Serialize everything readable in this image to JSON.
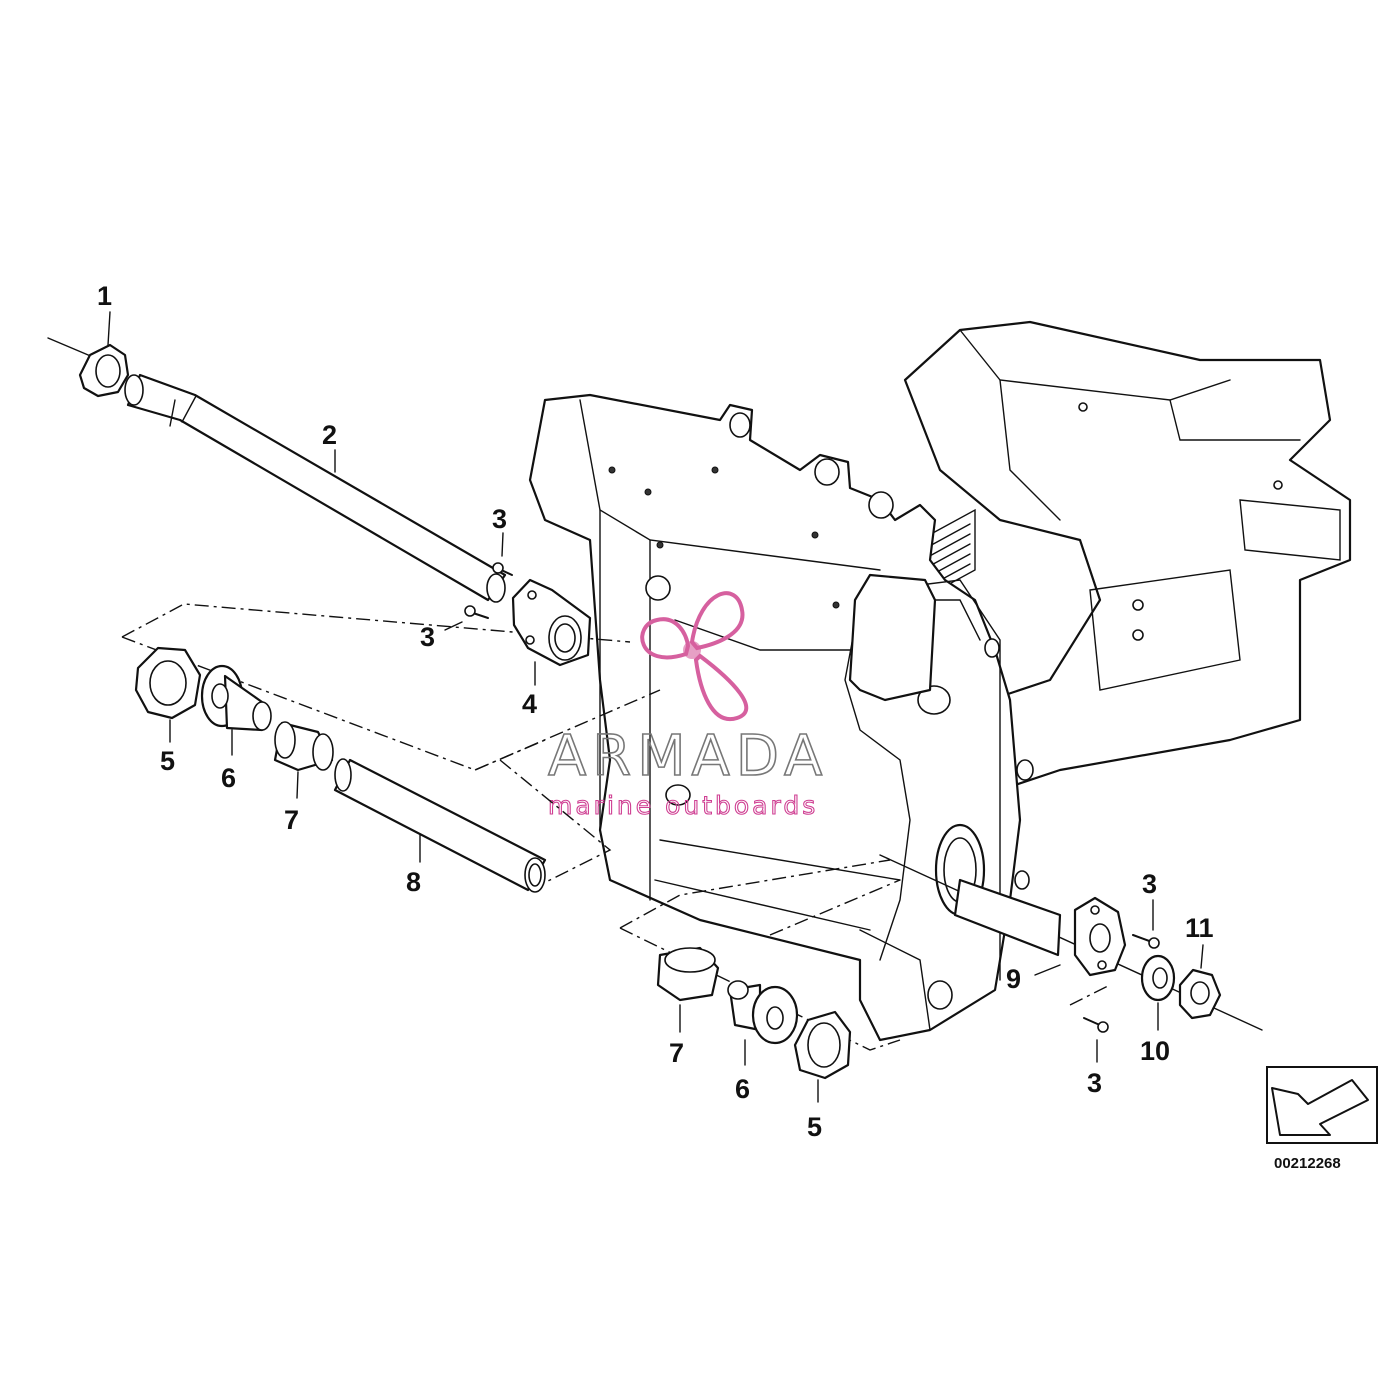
{
  "diagram": {
    "part_labels": [
      "1",
      "2",
      "3",
      "3",
      "4",
      "5",
      "6",
      "7",
      "8",
      "3",
      "11",
      "9",
      "10",
      "3",
      "7",
      "6",
      "5"
    ],
    "reference_code": "00212268",
    "watermark": {
      "brand": "ARMADA",
      "tagline": "marine outboards",
      "accent_color": "#d6609f",
      "icon": "propeller-logo-icon"
    },
    "direction_icon": "arrow-down-left-icon"
  }
}
